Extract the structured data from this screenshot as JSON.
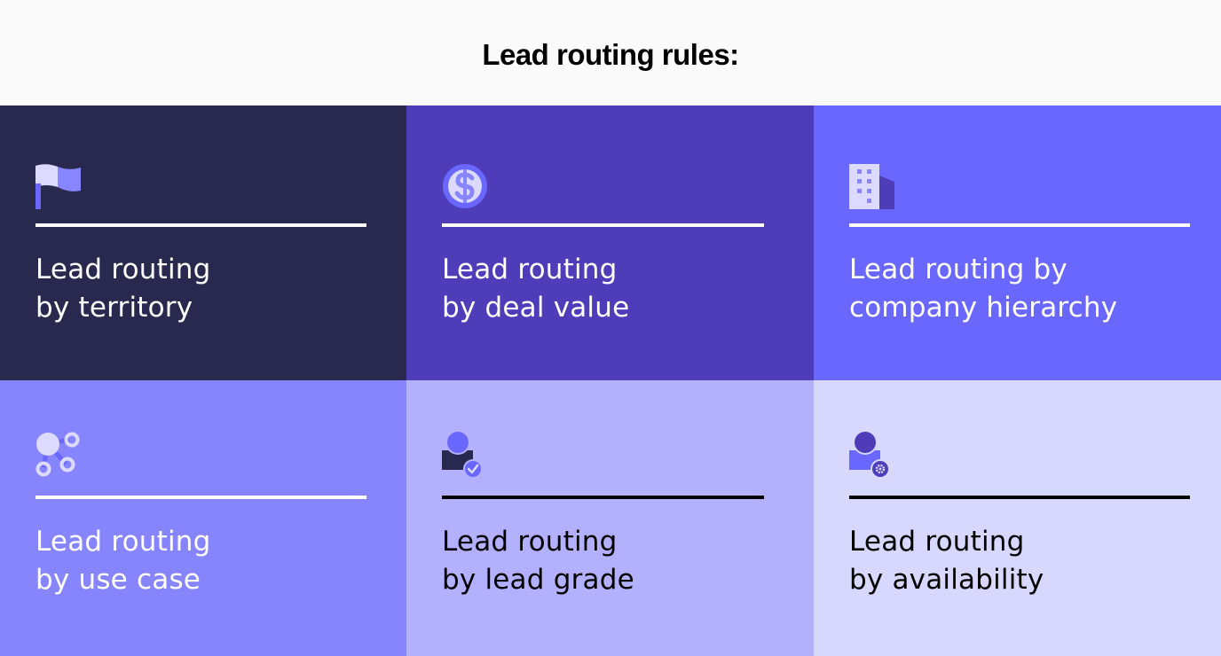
{
  "header": {
    "title": "Lead routing rules:"
  },
  "colors": {
    "page_bg": "#fafafa",
    "title_text": "#000000",
    "cell_1_bg": "#29294f",
    "cell_2_bg": "#4e3cb8",
    "cell_3_bg": "#6967fe",
    "cell_4_bg": "#8685fe",
    "cell_5_bg": "#b3b1fe",
    "cell_6_bg": "#d8d7fe"
  },
  "cards": [
    {
      "line1": "Lead routing",
      "line2": "by territory",
      "icon": "flag-icon",
      "bg": "#29294f",
      "text_color": "#ffffff",
      "rule_color": "#ffffff"
    },
    {
      "line1": "Lead routing",
      "line2": "by deal value",
      "icon": "dollar-coin-icon",
      "bg": "#4e3cb8",
      "text_color": "#ffffff",
      "rule_color": "#ffffff"
    },
    {
      "line1": "Lead routing by",
      "line2": "company hierarchy",
      "icon": "building-icon",
      "bg": "#6967fe",
      "text_color": "#ffffff",
      "rule_color": "#ffffff"
    },
    {
      "line1": "Lead routing",
      "line2": "by use case",
      "icon": "network-nodes-icon",
      "bg": "#8685fe",
      "text_color": "#ffffff",
      "rule_color": "#ffffff"
    },
    {
      "line1": "Lead routing",
      "line2": "by lead grade",
      "icon": "user-check-icon",
      "bg": "#b3b1fe",
      "text_color": "#000000",
      "rule_color": "#000000"
    },
    {
      "line1": "Lead routing",
      "line2": "by availability",
      "icon": "user-gear-icon",
      "bg": "#d8d7fe",
      "text_color": "#000000",
      "rule_color": "#000000"
    }
  ]
}
